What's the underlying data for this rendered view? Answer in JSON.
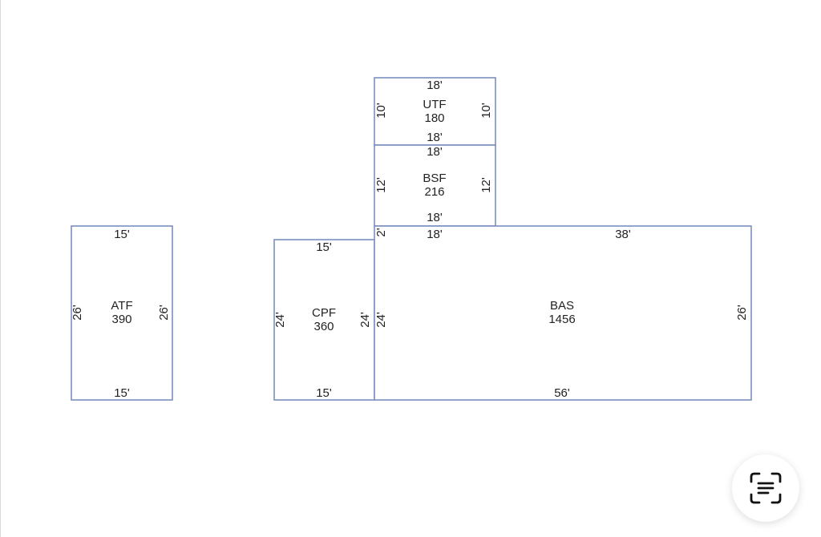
{
  "sketch": {
    "atf": {
      "code": "ATF",
      "area": "390",
      "top": "15'",
      "bottom": "15'",
      "left": "26'",
      "right": "26'"
    },
    "cpf": {
      "code": "CPF",
      "area": "360",
      "top": "15'",
      "bottom": "15'",
      "left": "24'",
      "right": "24'"
    },
    "utf": {
      "code": "UTF",
      "area": "180",
      "top": "18'",
      "bottom": "18'",
      "left": "10'",
      "right": "10'"
    },
    "bsf": {
      "code": "BSF",
      "area": "216",
      "top": "18'",
      "bottom": "18'",
      "left": "12'",
      "right": "12'"
    },
    "bas": {
      "code": "BAS",
      "area": "1456",
      "top_a": "18'",
      "top_b": "38'",
      "bottom": "56'",
      "left_offset": "2'",
      "left": "24'",
      "right": "26'"
    }
  },
  "icons": {
    "scan": "text-scan-icon"
  }
}
